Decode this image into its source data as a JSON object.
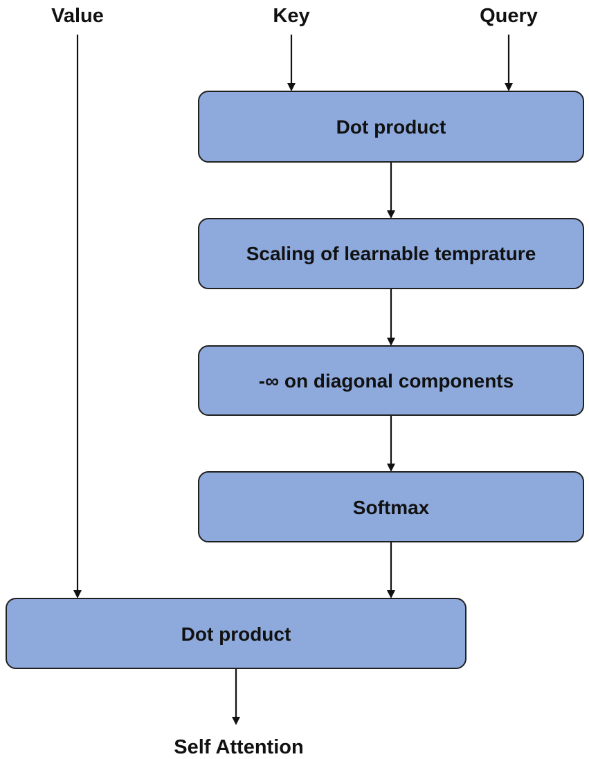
{
  "inputs": {
    "value": "Value",
    "key": "Key",
    "query": "Query"
  },
  "nodes": [
    {
      "id": "dot-product-1",
      "label": "Dot product"
    },
    {
      "id": "scaling",
      "label": "Scaling of learnable temprature"
    },
    {
      "id": "diagonal",
      "label": "-∞ on diagonal components"
    },
    {
      "id": "softmax",
      "label": "Softmax"
    },
    {
      "id": "dot-product-2",
      "label": "Dot product"
    }
  ],
  "output": {
    "label": "Self Attention"
  },
  "colors": {
    "node_fill": "#8eaadc",
    "node_stroke": "#1f1f1f",
    "text": "#111111"
  }
}
